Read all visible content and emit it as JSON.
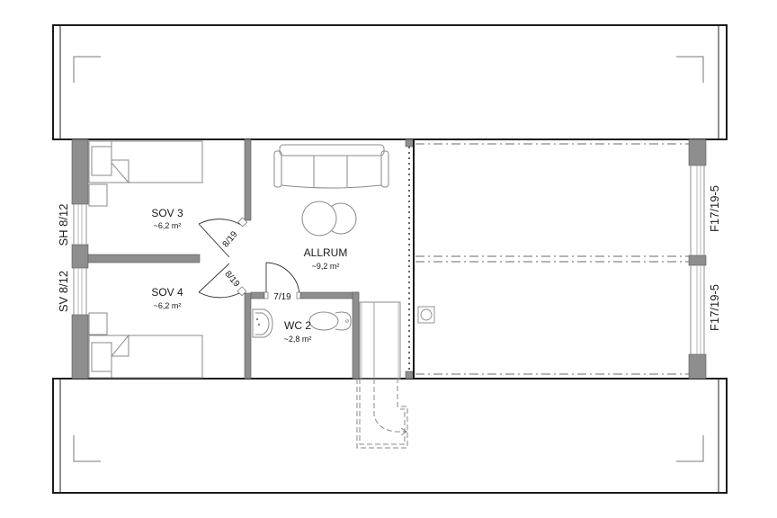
{
  "plan": {
    "rooms": [
      {
        "id": "sov3",
        "name": "SOV 3",
        "area": "~6,2 m²"
      },
      {
        "id": "sov4",
        "name": "SOV 4",
        "area": "~6,2 m²"
      },
      {
        "id": "allrum",
        "name": "ALLRUM",
        "area": "~9,2 m²"
      },
      {
        "id": "wc2",
        "name": "WC 2",
        "area": "~2,8 m²"
      }
    ],
    "doors": [
      {
        "id": "door-sov3",
        "code": "8/19"
      },
      {
        "id": "door-sov4",
        "code": "8/19"
      },
      {
        "id": "door-wc2",
        "code": "7/19"
      }
    ],
    "windows": [
      {
        "id": "win-left-top",
        "code": "SH 8/12"
      },
      {
        "id": "win-left-bottom",
        "code": "SV 8/12"
      },
      {
        "id": "win-right-top",
        "code": "F17/19-5"
      },
      {
        "id": "win-right-bottom",
        "code": "F17/19-5"
      }
    ],
    "colors": {
      "wall_fill": "#8e8e8e",
      "outline": "#1a1a1a",
      "furniture": "#8a8a8a",
      "background": "#ffffff"
    }
  }
}
